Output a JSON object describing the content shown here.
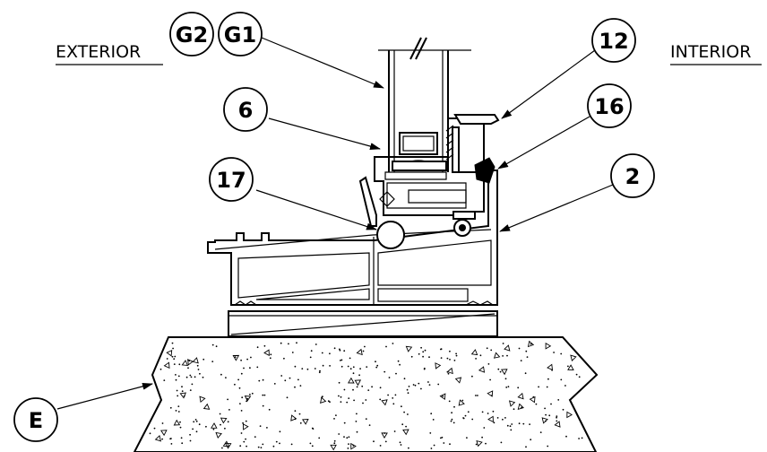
{
  "labels": {
    "exterior": "EXTERIOR",
    "interior": "INTERIOR"
  },
  "callouts": {
    "g2": "G2",
    "g1": "G1",
    "c12": "12",
    "c6": "6",
    "c16": "16",
    "c17": "17",
    "c2": "2",
    "e": "E"
  },
  "icons": {
    "break_symbol": "break-line-icon",
    "arrowhead": "arrowhead-icon",
    "hatch": "concrete-hatch-icon"
  },
  "colors": {
    "line": "#000000",
    "background": "#ffffff"
  }
}
